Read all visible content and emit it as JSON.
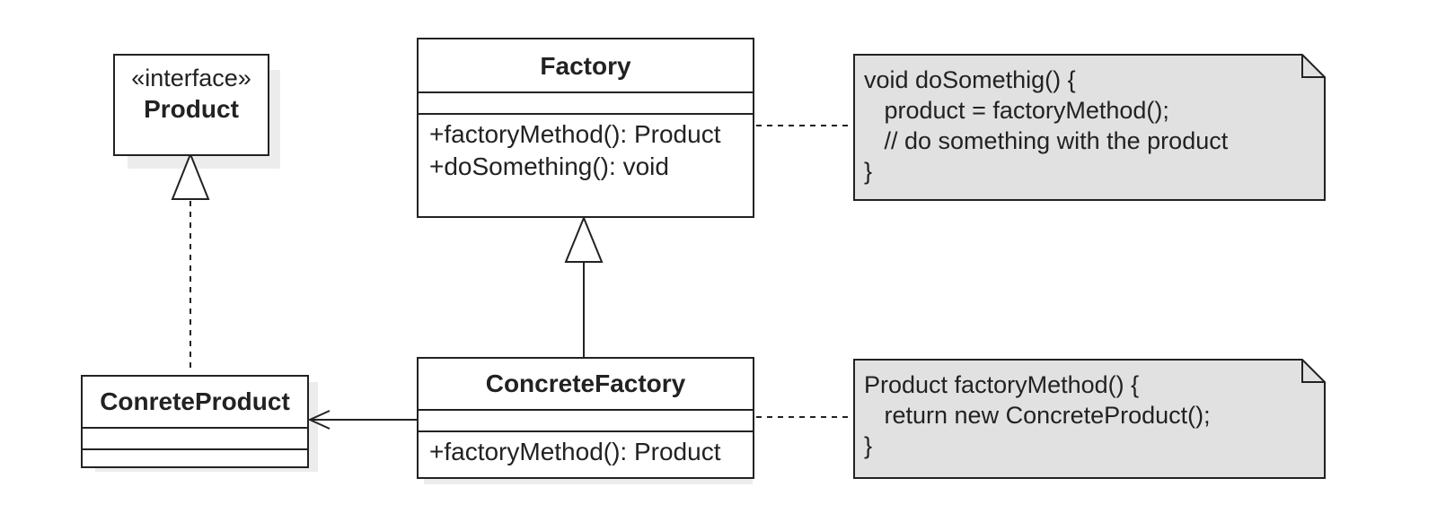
{
  "product": {
    "stereotype": "«interface»",
    "name": "Product"
  },
  "factory": {
    "name": "Factory",
    "methods": [
      "+factoryMethod(): Product",
      "+doSomething(): void"
    ]
  },
  "concrete_factory": {
    "name": "ConcreteFactory",
    "methods": [
      "+factoryMethod(): Product"
    ]
  },
  "concrete_product": {
    "name": "ConreteProduct"
  },
  "notes": {
    "factory_note": "void doSomethig() {\n   product = factoryMethod();\n   // do something with the product\n}",
    "concrete_factory_note": "Product factoryMethod() {\n   return new ConcreteProduct();\n}"
  },
  "colors": {
    "line": "#222222",
    "note_fill": "#e1e1e1",
    "shadow": "#ececec"
  }
}
